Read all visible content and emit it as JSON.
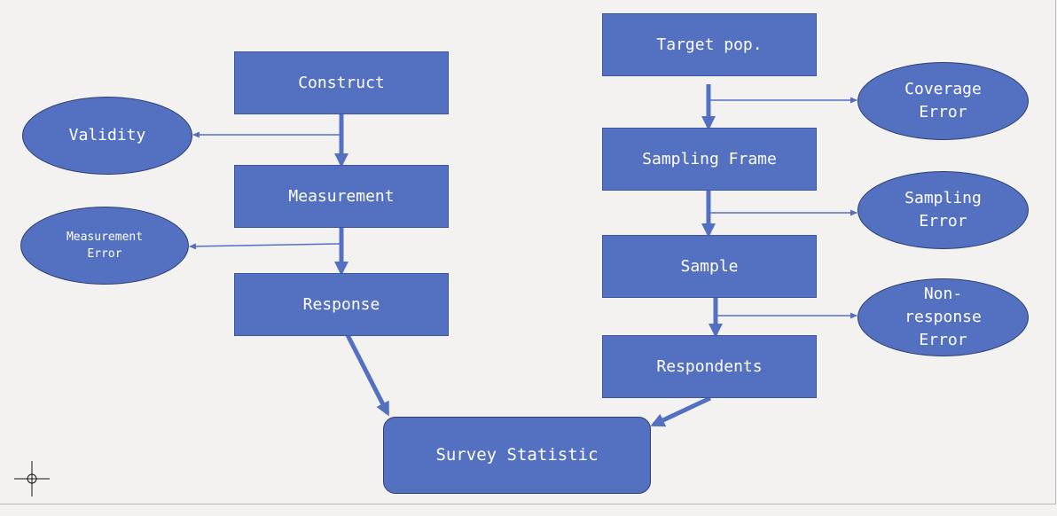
{
  "diagram": {
    "colors": {
      "fill": "#5470c1",
      "text": "#ffffff",
      "arrow": "#5470c1",
      "background": "#f3f2f1"
    },
    "left_column": {
      "construct": "Construct",
      "measurement": "Measurement",
      "response": "Response"
    },
    "left_errors": {
      "validity": "Validity",
      "measurement_error": "Measurement\nError"
    },
    "right_column": {
      "target_pop": "Target pop.",
      "sampling_frame": "Sampling Frame",
      "sample": "Sample",
      "respondents": "Respondents"
    },
    "right_errors": {
      "coverage_error": "Coverage\nError",
      "sampling_error": "Sampling\nError",
      "nonresponse_error": "Non-\nresponse\nError"
    },
    "bottom": {
      "survey_statistic": "Survey Statistic"
    },
    "cursor_icon": "crosshair-icon"
  }
}
